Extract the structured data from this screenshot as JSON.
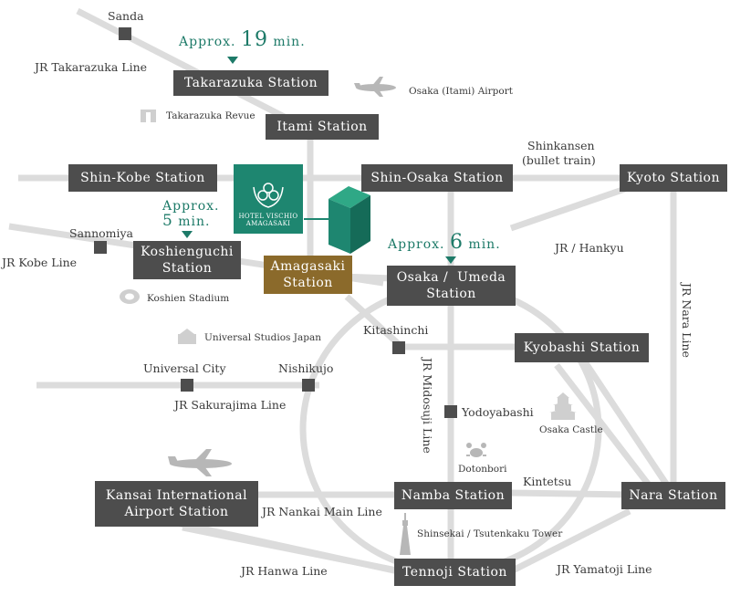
{
  "stations": {
    "takarazuka": "Takarazuka Station",
    "itami": "Itami Station",
    "shin_kobe": "Shin-Kobe Station",
    "shin_osaka": "Shin-Osaka Station",
    "kyoto": "Kyoto Station",
    "koshienguchi_1": "Koshienguchi",
    "koshienguchi_2": "Station",
    "amagasaki_1": "Amagasaki",
    "amagasaki_2": "Station",
    "osaka_umeda_1": "Osaka /  Umeda",
    "osaka_umeda_2": "Station",
    "kyobashi": "Kyobashi Station",
    "kansai_1": "Kansai International",
    "kansai_2": "Airport Station",
    "namba": "Namba Station",
    "nara": "Nara Station",
    "tennoji": "Tennoji Station"
  },
  "minor_stops": {
    "sanda": "Sanda",
    "sannomiya": "Sannomiya",
    "universal_city": "Universal City",
    "nishikujo": "Nishikujo",
    "kitashinchi": "Kitashinchi",
    "yodoyabashi": "Yodoyabashi"
  },
  "lines": {
    "takarazuka_line": "JR Takarazuka Line",
    "kobe_line": "JR Kobe Line",
    "shinkansen": "Shinkansen",
    "bullet_train": "(bullet train)",
    "jr_hankyu": "JR / Hankyu",
    "jr_nara_line": "JR Nara Line",
    "sakurajima_line": "JR Sakurajima Line",
    "midosuji_line": "JR Midosuji Line",
    "kintetsu": "Kintetsu",
    "nankai_main_line": "JR Nankai Main Line",
    "hanwa_line": "JR Hanwa Line",
    "yamatoji_line": "JR Yamatoji Line"
  },
  "landmarks": {
    "itami_airport": "Osaka (Itami) Airport",
    "takarazuka_revue": "Takarazuka Revue",
    "koshien_stadium": "Koshien Stadium",
    "usj": "Universal Studios Japan",
    "osaka_castle": "Osaka Castle",
    "dotonbori": "Dotonbori",
    "tsutenkaku": "Shinsekai / Tsutenkaku Tower"
  },
  "hotel": {
    "name_1": "HOTEL VISCHIO",
    "name_2": "AMAGASAKI"
  },
  "travel_times": {
    "takarazuka_prefix": "Approx.",
    "takarazuka_num": "19",
    "takarazuka_unit": "min.",
    "koshienguchi_prefix": "Approx.",
    "koshienguchi_num": "5",
    "koshienguchi_unit": "min.",
    "osaka_prefix": "Approx.",
    "osaka_num": "6",
    "osaka_unit": "min."
  },
  "colors": {
    "rail_gray": "#dcdcdc",
    "station_box": "#4d4d4d",
    "amagasaki_box": "#8b6a2b",
    "accent_green": "#1d7a68",
    "hotel_green": "#1e8670"
  },
  "icons": [
    "airplane-icon",
    "building-icon",
    "stadium-icon",
    "castle-icon",
    "crab-icon",
    "tower-icon",
    "hotel-logo-icon",
    "hotel-cube-icon"
  ]
}
